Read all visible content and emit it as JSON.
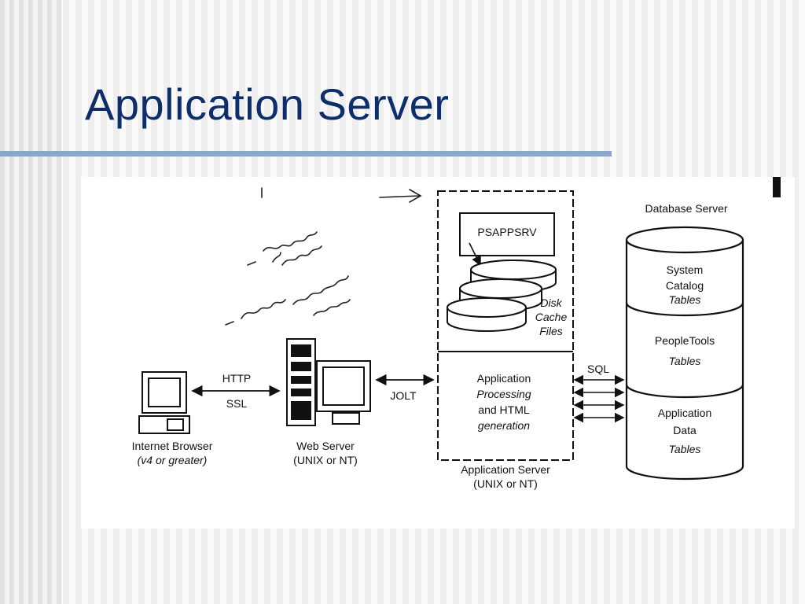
{
  "slide": {
    "title": "Application Server"
  },
  "diagram": {
    "browser": {
      "label": "Internet Browser",
      "sublabel": "(v4 or greater)"
    },
    "protocols": {
      "http": "HTTP",
      "ssl": "SSL",
      "jolt": "JOLT",
      "sql": "SQL"
    },
    "web_server": {
      "label": "Web Server",
      "sublabel": "(UNIX or NT)"
    },
    "app_server": {
      "label": "Application Server",
      "sublabel": "(UNIX or NT)",
      "process": "PSAPPSRV",
      "cache_line1": "Disk",
      "cache_line2": "Cache",
      "cache_line3": "Files",
      "proc_line1": "Application",
      "proc_line2": "Processing",
      "proc_line3": "and HTML",
      "proc_line4": "generation"
    },
    "database": {
      "label": "Database Server",
      "system_line1": "System",
      "system_line2": "Catalog",
      "system_line3": "Tables",
      "peopletools_line1": "PeopleTools",
      "peopletools_line2": "Tables",
      "appdata_line1": "Application",
      "appdata_line2": "Data",
      "appdata_line3": "Tables"
    }
  }
}
